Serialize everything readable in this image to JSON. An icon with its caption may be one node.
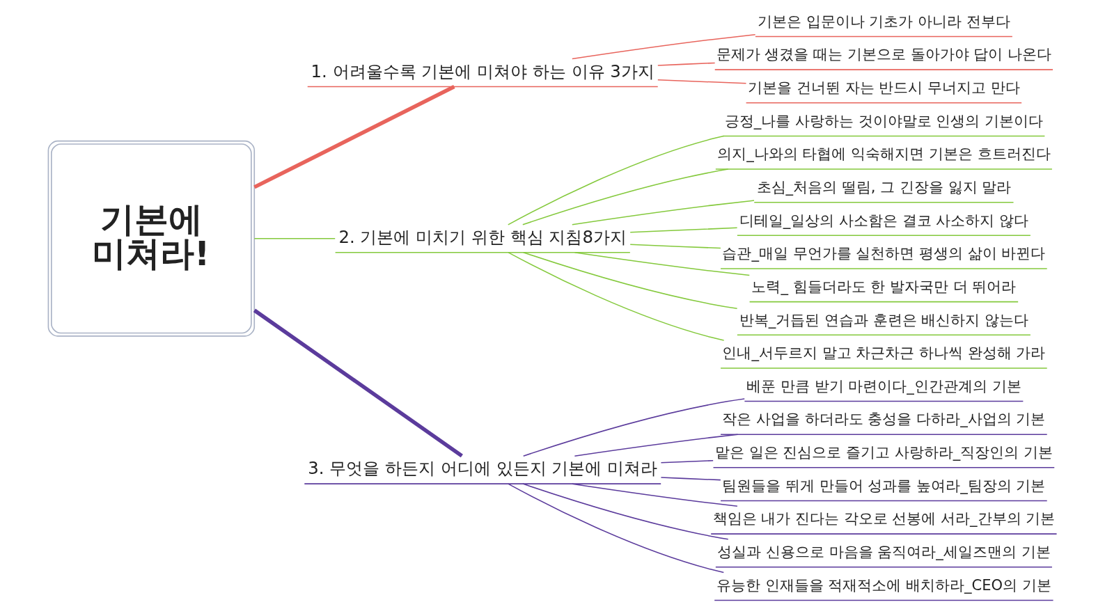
{
  "diagram": {
    "nodes": [
      {
        "text": [
          "기본에 미쳐라!"
        ]
      },
      {
        "text": [
          "1. 어려울수록 기본에 미쳐야 하는 이유 3가지"
        ]
      },
      {
        "text": [
          "기본은 입문이나 기초가 아니라 전부다"
        ]
      },
      {
        "text": [
          "문제가 생겼을 때는 기본으로 돌아가야 답이 나온다"
        ]
      },
      {
        "text": [
          "기본을 건너뛴 자는 반드시 무너지고 만다"
        ]
      },
      {
        "text": [
          "2. 기본에 미치기 위한 핵심 지침8가지"
        ]
      },
      {
        "text": [
          "긍정_나를 사랑하는 것이야말로 인생의 기본이다"
        ]
      },
      {
        "text": [
          "의지_나와의 타협에 익숙해지면 기본은 흐트러진다"
        ]
      },
      {
        "text": [
          "초심_처음의 떨림, 그 긴장을 잃지 말라"
        ]
      },
      {
        "text": [
          "디테일_일상의 사소함은 결코 사소하지 않다"
        ]
      },
      {
        "text": [
          "습관_매일 무언가를 실천하면 평생의 삶이 바뀐다"
        ]
      },
      {
        "text": [
          "노력_ 힘들더라도 한 발자국만 더 뛰어라"
        ]
      },
      {
        "text": [
          "반복_거듭된 연습과 훈련은 배신하지 않는다"
        ]
      },
      {
        "text": [
          "인내_서두르지 말고 차근차근 하나씩 완성해 가라"
        ]
      },
      {
        "text": [
          "3. 무엇을 하든지 어디에 있든지 기본에 미쳐라"
        ]
      },
      {
        "text": [
          "베푼 만큼 받기 마련이다_인간관계의 기본"
        ]
      },
      {
        "text": [
          "작은 사업을 하더라도 충성을 다하라_사업의 기본"
        ]
      },
      {
        "text": [
          "맡은 일은 진심으로 즐기고 사랑하라_직장인의 기본"
        ]
      },
      {
        "text": [
          "팀원들을 뛰게 만들어 성과를 높여라_팀장의 기본"
        ]
      },
      {
        "text": [
          "책임은 내가 진다는 각오로 선봉에 서라_간부의 기본"
        ]
      },
      {
        "text": [
          "성실과 신용으로 마음을 움직여라_세일즈맨의 기본"
        ]
      },
      {
        "text": [
          "유능한 인재들을 적재적소에 배치하라_CEO의 기본"
        ]
      }
    ],
    "edges": [
      {
        "from": 0,
        "to": 1,
        "arrow": "none",
        "style": "thick",
        "color": "#e8645c"
      },
      {
        "from": 1,
        "to": 2,
        "arrow": "none",
        "color": "#e8645c"
      },
      {
        "from": 1,
        "to": 3,
        "arrow": "none",
        "color": "#e8645c"
      },
      {
        "from": 1,
        "to": 4,
        "arrow": "none",
        "color": "#e8645c"
      },
      {
        "from": 0,
        "to": 5,
        "arrow": "none"
      },
      {
        "from": 5,
        "to": 6,
        "arrow": "none"
      },
      {
        "from": 5,
        "to": 7,
        "arrow": "none"
      },
      {
        "from": 5,
        "to": 8,
        "arrow": "none"
      },
      {
        "from": 5,
        "to": 9,
        "arrow": "none"
      },
      {
        "from": 5,
        "to": 10,
        "arrow": "none"
      },
      {
        "from": 5,
        "to": 11,
        "arrow": "none"
      },
      {
        "from": 5,
        "to": 12,
        "arrow": "none"
      },
      {
        "from": 5,
        "to": 13,
        "arrow": "none"
      },
      {
        "from": 0,
        "to": 14,
        "arrow": "none",
        "style": "thick",
        "color": "#5b3b9c"
      },
      {
        "from": 14,
        "to": 15,
        "arrow": "none",
        "color": "#5b3b9c"
      },
      {
        "from": 14,
        "to": 16,
        "arrow": "none",
        "color": "#5b3b9c"
      },
      {
        "from": 14,
        "to": 17,
        "arrow": "none",
        "color": "#5b3b9c"
      },
      {
        "from": 14,
        "to": 18,
        "arrow": "none",
        "color": "#5b3b9c"
      },
      {
        "from": 14,
        "to": 19,
        "arrow": "none",
        "color": "#5b3b9c"
      },
      {
        "from": 14,
        "to": 20,
        "arrow": "none",
        "color": "#5b3b9c"
      },
      {
        "from": 14,
        "to": 21,
        "arrow": "none",
        "color": "#5b3b9c"
      }
    ]
  }
}
